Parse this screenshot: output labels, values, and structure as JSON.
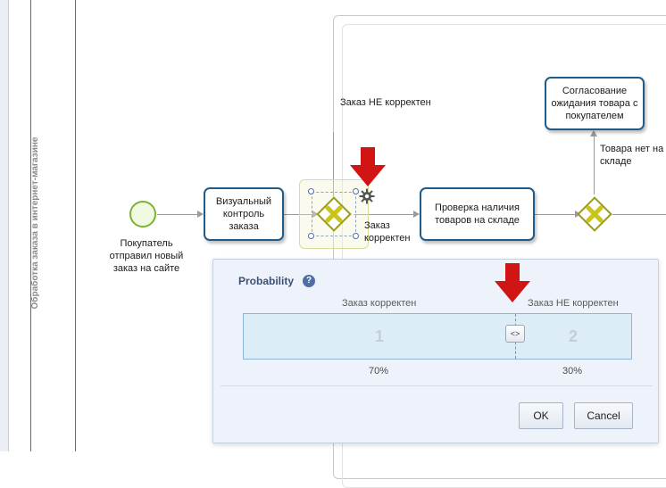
{
  "lane": {
    "label": "Обработка заказа в интернет-магазине"
  },
  "start_event": {
    "label": "Покупатель отправил новый заказ на сайте"
  },
  "tasks": {
    "visual_check": "Визуальный контроль заказа",
    "stock_check": "Проверка наличия товаров на складе",
    "wait_agreement": "Согласование ожидания товара с покупателем"
  },
  "flows": {
    "order_incorrect": "Заказ НЕ корректен",
    "order_correct": "Заказ корректен",
    "no_stock": "Товара нет на складе"
  },
  "probability_dialog": {
    "title": "Probability",
    "help_icon_glyph": "?",
    "branches": [
      {
        "label": "Заказ корректен",
        "index": "1",
        "percent_label": "70%",
        "probability": 0.7
      },
      {
        "label": "Заказ НЕ корректен",
        "index": "2",
        "percent_label": "30%",
        "probability": 0.3
      }
    ],
    "ok_label": "OK",
    "cancel_label": "Cancel"
  },
  "colors": {
    "task_border": "#1f5c8b",
    "gateway_border": "#9a9a1a",
    "gateway_x": "#c9c41a",
    "start_event": "#7ab531",
    "highlight_arrow": "#d11414",
    "dialog_bg": "#eef3fb"
  },
  "icons": [
    "gear-icon",
    "help-icon",
    "slider-handle-icon",
    "gateway-exclusive-icon",
    "red-arrow-icon"
  ]
}
